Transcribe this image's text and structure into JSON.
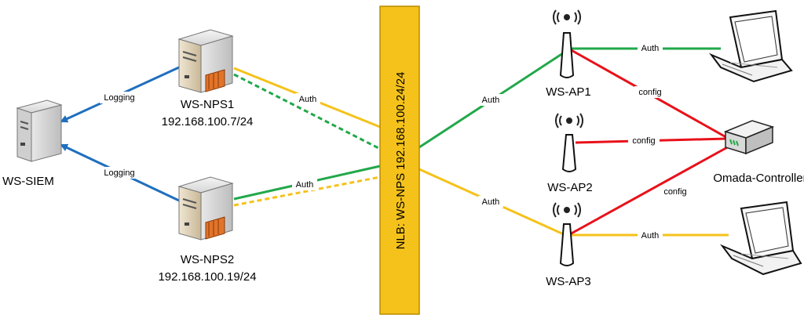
{
  "colors": {
    "logging": "#1f6fbf",
    "auth_green": "#22a84a",
    "auth_yellow": "#f5c21b",
    "config_red": "#e8111a",
    "nlb_fill": "#f5c21b",
    "nlb_border": "#b88a00"
  },
  "nodes": {
    "siem": {
      "label": "WS-SIEM",
      "icon": "server-icon"
    },
    "nps1": {
      "label": "WS-NPS1",
      "ip": "192.168.100.7/24",
      "icon": "server-icon"
    },
    "nps2": {
      "label": "WS-NPS2",
      "ip": "192.168.100.19/24",
      "icon": "server-icon"
    },
    "nlb": {
      "label": "NLB: WS-NPS 192.168.100.24/24"
    },
    "ap1": {
      "label": "WS-AP1",
      "icon": "access-point-icon"
    },
    "ap2": {
      "label": "WS-AP2",
      "icon": "access-point-icon"
    },
    "ap3": {
      "label": "WS-AP3",
      "icon": "access-point-icon"
    },
    "controller": {
      "label": "Omada-Controller",
      "icon": "router-icon"
    },
    "laptop1": {
      "icon": "laptop-icon"
    },
    "laptop2": {
      "icon": "laptop-icon"
    }
  },
  "edge_labels": {
    "logging1": "Logging",
    "logging2": "Logging",
    "auth_nps1": "Auth",
    "auth_nps2": "Auth",
    "auth_ap1": "Auth",
    "auth_ap3": "Auth",
    "auth_laptop1": "Auth",
    "auth_laptop2": "Auth",
    "config_ap1": "config",
    "config_ap2": "config",
    "config_ap3": "config"
  }
}
